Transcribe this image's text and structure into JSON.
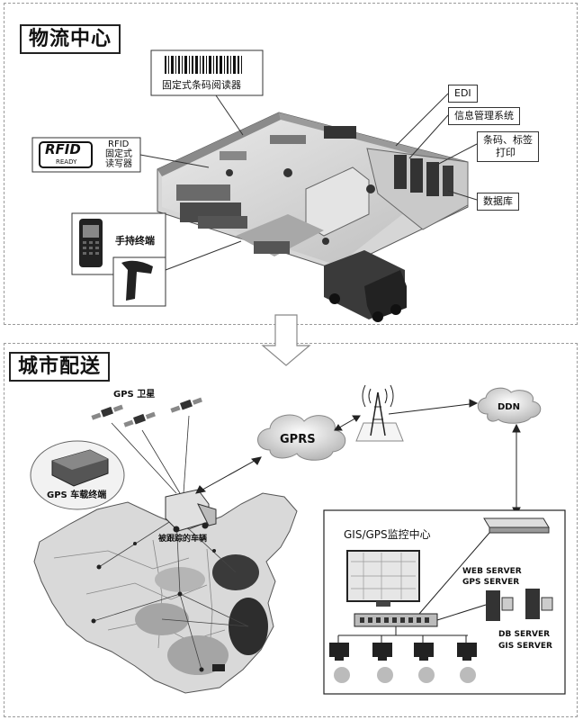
{
  "sections": {
    "logistics_title": "物流中心",
    "distribution_title": "城市配送"
  },
  "logistics": {
    "barcode_reader": "固定式条码阅读器",
    "rfid_logo": "RFID",
    "rfid_logo_sub": "READY",
    "rfid_label_1": "RFID",
    "rfid_label_2": "固定式",
    "rfid_label_3": "读写器",
    "handheld": "手持终端",
    "edi": "EDI",
    "info_system": "信息管理系统",
    "barcode_print_1": "条码、标签",
    "barcode_print_2": "打印",
    "database": "数据库"
  },
  "distribution": {
    "gps_satellite": "GPS 卫星",
    "gps_terminal": "GPS  车载终端",
    "tracked_vehicle": "被跟踪的车辆",
    "gprs": "GPRS",
    "ddn": "DDN",
    "monitor_center": "GIS/GPS监控中心",
    "web_server": "WEB SERVER",
    "gps_server": "GPS SERVER",
    "db_server": "DB SERVER",
    "gis_server": "GIS SERVER"
  },
  "colors": {
    "border": "#9a9a9a",
    "map_gray": "#bdbdbd",
    "dark": "#2a2a2a"
  }
}
